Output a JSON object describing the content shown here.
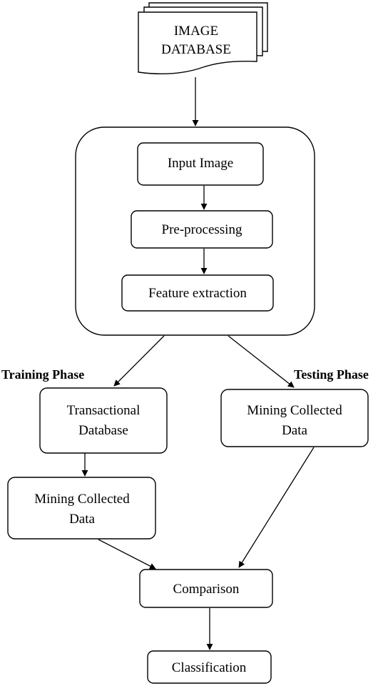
{
  "diagram": {
    "database": {
      "line1": "IMAGE",
      "line2": "DATABASE"
    },
    "input_image": "Input Image",
    "preprocessing": "Pre-processing",
    "feature_extraction": "Feature extraction",
    "training_phase": "Training Phase",
    "testing_phase": "Testing Phase",
    "transactional_db": {
      "line1": "Transactional",
      "line2": "Database"
    },
    "mining_test": {
      "line1": "Mining Collected",
      "line2": "Data"
    },
    "mining_train": {
      "line1": "Mining Collected",
      "line2": "Data"
    },
    "comparison": "Comparison",
    "classification": "Classification"
  }
}
